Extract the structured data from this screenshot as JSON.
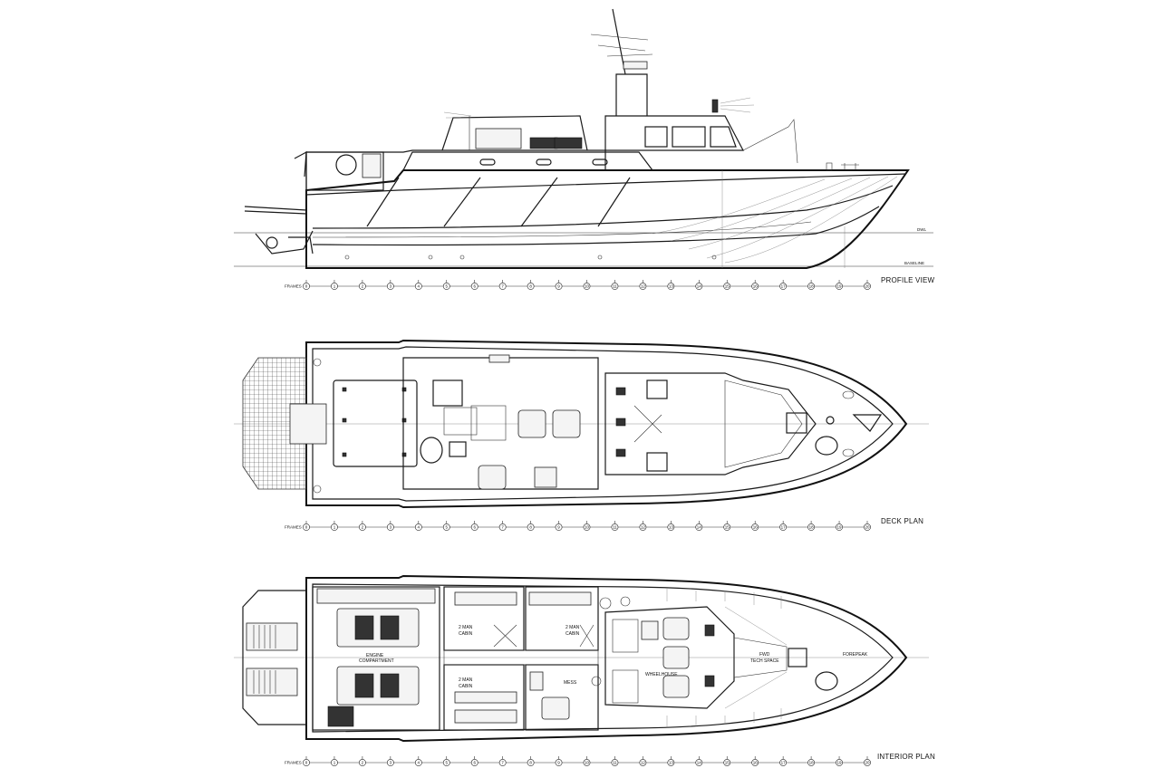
{
  "views": {
    "profile": {
      "title": "PROFILE VIEW",
      "dwl_label": "DWL",
      "baseline_label": "BASELINE"
    },
    "deck": {
      "title": "DECK PLAN"
    },
    "interior": {
      "title": "INTERIOR PLAN",
      "rooms": {
        "engine": [
          "ENGINE",
          "COMPARTMENT"
        ],
        "cabin_port_aft": [
          "2 MAN",
          "CABIN"
        ],
        "cabin_stbd_aft": [
          "2 MAN",
          "CABIN"
        ],
        "cabin_port_fwd": [
          "2 MAN",
          "CABIN"
        ],
        "mess": "MESS",
        "wheelhouse": "WHEELHOUSE",
        "tech": [
          "FWD",
          "TECH SPACE"
        ],
        "forepeak": "FOREPEAK"
      }
    }
  },
  "frames": {
    "label": "FRAMES",
    "numbers": [
      "0",
      "1",
      "2",
      "3",
      "4",
      "5",
      "6",
      "7",
      "8",
      "9",
      "10",
      "11",
      "12",
      "13",
      "14",
      "15",
      "16",
      "17",
      "18",
      "19",
      "20"
    ]
  }
}
